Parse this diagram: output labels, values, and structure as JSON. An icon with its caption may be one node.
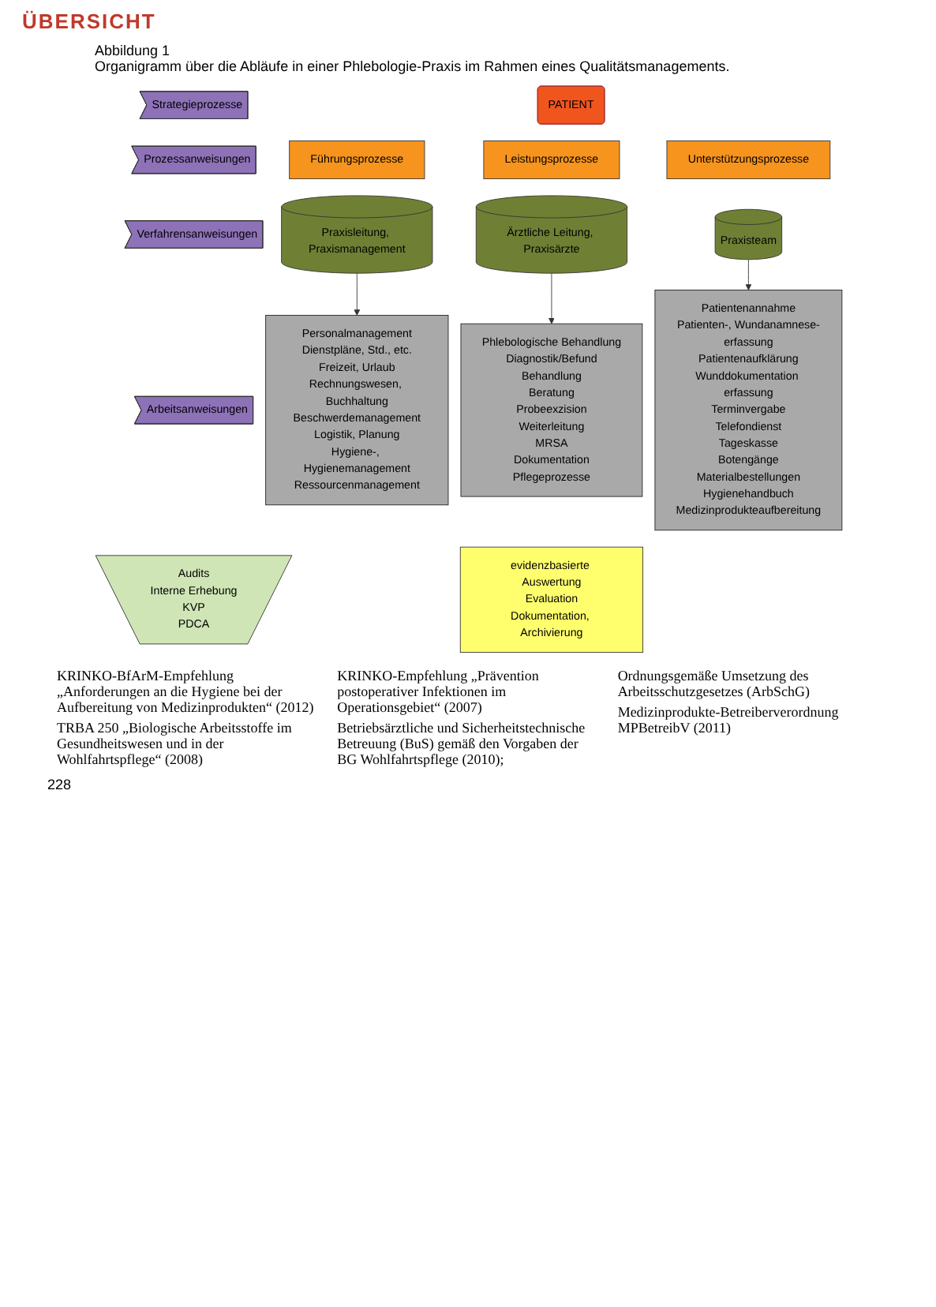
{
  "diagram": {
    "title": "Abbildung 1",
    "caption": "Organigramm über die Abläufe in einer Phlebologie-Praxis im Rahmen eines Qualitätsmanagements.",
    "nodes": [
      {
        "text": [
          "Audits",
          "Interne Erhebung",
          "KVP",
          "PDCA"
        ]
      },
      {
        "text": [
          "Strategieprozesse"
        ]
      },
      {
        "text": [
          "Prozessanweisungen"
        ]
      },
      {
        "text": [
          "Verfahrensanweisungen"
        ]
      },
      {
        "text": [
          "Arbeitsanweisungen"
        ]
      },
      {
        "text": [
          "PATIENT"
        ]
      },
      {
        "text": [
          "Führungsprozesse"
        ]
      },
      {
        "text": [
          "Leistungsprozesse"
        ]
      },
      {
        "text": [
          "Unterstützungsprozesse"
        ]
      },
      {
        "text": [
          "Praxisleitung, Praxismanagement"
        ]
      },
      {
        "text": [
          "Ärztliche Leitung, Praxisärzte"
        ]
      },
      {
        "text": [
          "Praxisteam"
        ]
      },
      {
        "text": [
          "Personalmanagement",
          "Dienstpläne, Std., etc.",
          "Freizeit, Urlaub",
          "Rechnungswesen, Buchhaltung",
          "Beschwerdemanagement",
          "Logistik, Planung",
          "Hygiene-, Hygienemanagement",
          "Ressourcenmanagement"
        ]
      },
      {
        "text": [
          "Phlebologische Behandlung",
          "Diagnostik/Befund",
          "Behandlung",
          "Beratung",
          "Probeexzision",
          "Weiterleitung",
          "MRSA",
          "Dokumentation",
          "Pflegeprozesse"
        ]
      },
      {
        "text": [
          "Patientenannahme",
          "Patienten-, Wundanamnese-erfassung",
          "Patientenaufklärung",
          "Wunddokumentation erfassung",
          "Terminvergabe",
          "Telefondienst",
          "Tageskasse",
          "Botengänge",
          "Materialbestellungen",
          "Hygienehandbuch",
          "Medizinprodukteaufbereitung"
        ]
      },
      {
        "text": [
          "evidenzbasierte Auswertung",
          "Evaluation",
          "Dokumentation, Archivierung"
        ]
      }
    ],
    "edges": [
      {
        "from": 9,
        "to": 12,
        "arrow": "to"
      },
      {
        "from": 10,
        "to": 13,
        "arrow": "to"
      },
      {
        "from": 11,
        "to": 14,
        "arrow": "to"
      }
    ],
    "labels": [
      "ÜBERSICHT",
      "KRINKO-BfArM-Empfehlung „Anforderungen an die Hygiene bei der Aufbereitung von Medizinprodukten“ (2012)",
      "TRBA 250 „Biologische Arbeitsstoffe im Gesundheitswesen und in der Wohlfahrtspflege“ (2008)",
      "KRINKO-Empfehlung „Prävention postoperativer Infektionen im Operationsgebiet“ (2007)",
      "Betriebsärztliche und Sicherheitstechnische Betreuung (BuS) gemäß den Vorgaben der BG Wohlfahrtspflege (2010); Ordnungsgemäße Umsetzung des Arbeitsschutzgesetzes (ArbSchG)",
      "Medizinprodukte-Betreiberverordnung MPBetreibV (2011)",
      "228"
    ]
  }
}
